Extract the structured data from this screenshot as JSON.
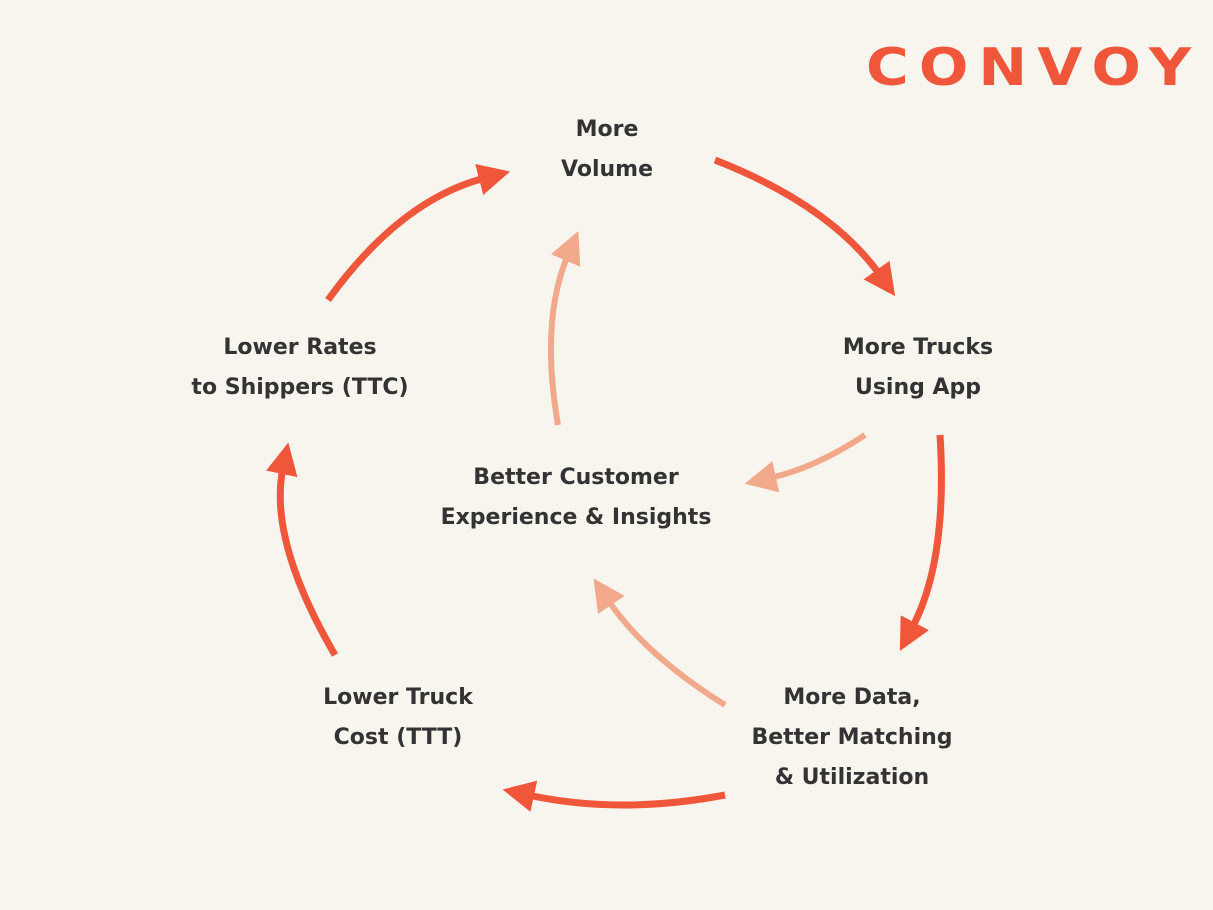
{
  "logo": "CONVOY",
  "colors": {
    "background": "#F7F5EE",
    "primary_arrow": "#F0563A",
    "secondary_arrow": "#F2A88A",
    "text": "#333333"
  },
  "nodes": {
    "volume": [
      "More",
      "Volume"
    ],
    "trucks": [
      "More Trucks",
      "Using App"
    ],
    "data": [
      "More Data,",
      "Better Matching",
      "& Utilization"
    ],
    "cost": [
      "Lower Truck",
      "Cost (TTT)"
    ],
    "rates": [
      "Lower Rates",
      "to Shippers (TTC)"
    ],
    "customer": [
      "Better Customer",
      "Experience & Insights"
    ]
  }
}
